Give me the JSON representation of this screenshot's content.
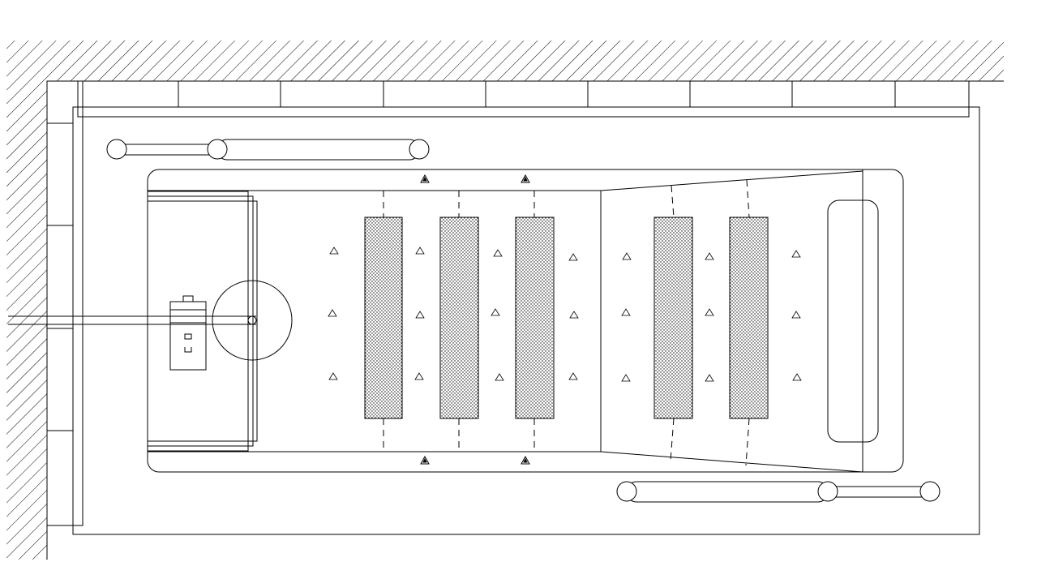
{
  "drawing": {
    "line_color": "#000000",
    "background": "#ffffff",
    "hatch": "diagonal-hatch",
    "fill_pattern": "dot-stipple",
    "markers": "triangle-markers",
    "roller_groups": 2,
    "stippled_zones": 5
  }
}
